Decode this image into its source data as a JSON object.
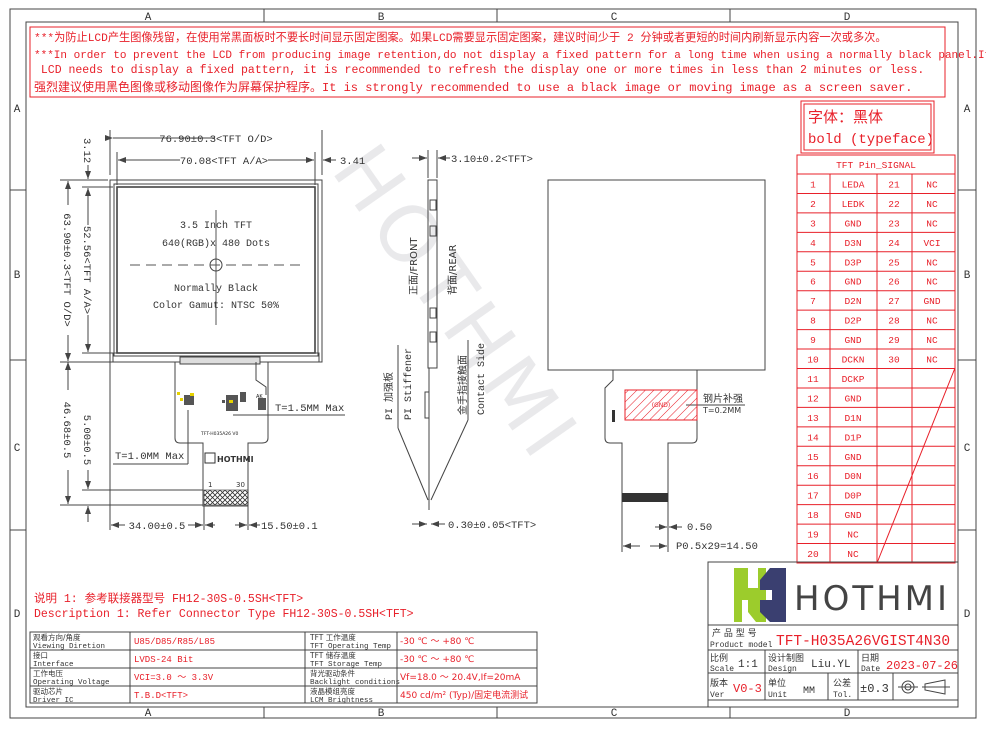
{
  "grid": {
    "columns": [
      "A",
      "B",
      "C",
      "D"
    ],
    "rows": [
      "A",
      "B",
      "C",
      "D"
    ]
  },
  "notice": {
    "line1": "***为防止LCD产生图像残留，在使用常黑面板时不要长时间显示固定图案。如果LCD需要显示固定图案，建议时间少于 2 分钟或者更短的时间内刷新显示内容一次或多次。",
    "line2": "***In order to prevent the LCD from producing image retention,do not display a fixed pattern for a long time when using a normally black panel.If the",
    "line3": " LCD needs to display a fixed pattern, it is recommended to refresh the display one or more times in less than 2 minutes or less.",
    "line4": "强烈建议使用黑色图像或移动图像作为屏幕保护程序。It is strongly recommended to use a black image or moving image as a screen saver."
  },
  "font_note": {
    "cn": "字体：黑体",
    "en": "bold (typeface)"
  },
  "pin_table": {
    "title": "TFT Pin_SIGNAL",
    "rows": [
      [
        "1",
        "LEDA",
        "21",
        "NC"
      ],
      [
        "2",
        "LEDK",
        "22",
        "NC"
      ],
      [
        "3",
        "GND",
        "23",
        "NC"
      ],
      [
        "4",
        "D3N",
        "24",
        "VCI"
      ],
      [
        "5",
        "D3P",
        "25",
        "NC"
      ],
      [
        "6",
        "GND",
        "26",
        "NC"
      ],
      [
        "7",
        "D2N",
        "27",
        "GND"
      ],
      [
        "8",
        "D2P",
        "28",
        "NC"
      ],
      [
        "9",
        "GND",
        "29",
        "NC"
      ],
      [
        "10",
        "DCKN",
        "30",
        "NC"
      ],
      [
        "11",
        "DCKP",
        "",
        ""
      ],
      [
        "12",
        "GND",
        "",
        ""
      ],
      [
        "13",
        "D1N",
        "",
        ""
      ],
      [
        "14",
        "D1P",
        "",
        ""
      ],
      [
        "15",
        "GND",
        "",
        ""
      ],
      [
        "16",
        "D0N",
        "",
        ""
      ],
      [
        "17",
        "D0P",
        "",
        ""
      ],
      [
        "18",
        "GND",
        "",
        ""
      ],
      [
        "19",
        "NC",
        "",
        ""
      ],
      [
        "20",
        "NC",
        "",
        ""
      ]
    ]
  },
  "front_view": {
    "dim_od_width": "76.90±0.3<TFT O/D>",
    "dim_aa_width": "70.08<TFT A/A>",
    "dim_right": "3.41",
    "dim_top": "3.12",
    "dim_aa_height": "52.56<TFT A/A>",
    "dim_od_height": "63.90±0.3<TFT O/D>",
    "dim_total_height": "46.68±0.5",
    "dim_tail": "5.00±0.5",
    "dim_left_offset": "34.00±0.5",
    "dim_tail_width": "15.50±0.1",
    "screen_line1": "3.5 Inch TFT",
    "screen_line2": "640(RGB)x 480 Dots",
    "screen_line3": "Normally Black",
    "screen_line4": "Color Gamut: NTSC 50%",
    "thick_1": "T=1.5MM Max",
    "thick_2": "T=1.0MM Max",
    "fpc_part": "TFT-H035A26 V0",
    "fpc_logo": "HOTHMI",
    "pin_first": "1",
    "pin_last": "30",
    "fpc_ak": "AK"
  },
  "side_view": {
    "dim_thickness": "3.10±0.2<TFT>",
    "front": "正面/FRONT",
    "rear": "背面/REAR",
    "stiffener_cn": "PI 加强板",
    "stiffener_en": "PI Stiffener",
    "contact_cn": "金手指接触面",
    "contact_en": "Contact Side",
    "dim_fpc": "0.30±0.05<TFT>"
  },
  "back_view": {
    "gnd": "(GND)",
    "steel_cn": "钢片补强",
    "steel_t": "T=0.2MM",
    "dim_pin": "0.50",
    "dim_pitch": "P0.5x29=14.50"
  },
  "description": {
    "cn": "说明 1: 参考联接器型号 FH12-30S-0.5SH<TFT>",
    "en": "Description 1: Refer Connector Type FH12-30S-0.5SH<TFT>"
  },
  "spec_table": [
    {
      "label_cn": "观看方向/角度",
      "label_en": "Viewing Diretion",
      "value": "U85/D85/R85/L85",
      "label2_cn": "TFT 工作温度",
      "label2_en": "TFT Operating Temp",
      "value2": "-30 ℃ ～ +80 ℃"
    },
    {
      "label_cn": "接口",
      "label_en": "Interface",
      "value": "LVDS-24 Bit",
      "label2_cn": "TFT 储存温度",
      "label2_en": "TFT Storage Temp",
      "value2": "-30 ℃ ～ +80 ℃"
    },
    {
      "label_cn": "工作电压",
      "label_en": "Operating Voltage",
      "value": "VCI=3.0 ～ 3.3V",
      "label2_cn": "背光驱动条件",
      "label2_en": "Backlight conditions",
      "value2": "Vf=18.0 ～ 20.4V,If=20mA"
    },
    {
      "label_cn": "驱动芯片",
      "label_en": "Driver IC",
      "value": "T.B.D<TFT>",
      "label2_cn": "液晶模组亮度",
      "label2_en": "LCM Brightness",
      "value2": "450 cd/m² (Typ)/固定电流测试"
    }
  ],
  "title_block": {
    "logo_text": "HOTHMI",
    "product_label_cn": "产 品 型 号",
    "product_label_en": "Product model",
    "product_model": "TFT-H035A26VGIST4N30",
    "scale_cn": "比例",
    "scale_en": "Scale",
    "scale": "1:1",
    "design_cn": "设计制图",
    "design_en": "Design",
    "design": "Liu.YL",
    "date_cn": "日期",
    "date_en": "Date",
    "date": "2023-07-26",
    "ver_cn": "版本",
    "ver_en": "Ver",
    "ver": "V0-3",
    "unit_cn": "单位",
    "unit_en": "Unit",
    "unit": "MM",
    "tol_cn": "公差",
    "tol_en": "Tol.",
    "tol": "±0.3"
  },
  "colors": {
    "accent_red": "#e8202a",
    "logo_green": "#9ccc2c",
    "logo_navy": "#3a3f70",
    "line": "#444444"
  }
}
